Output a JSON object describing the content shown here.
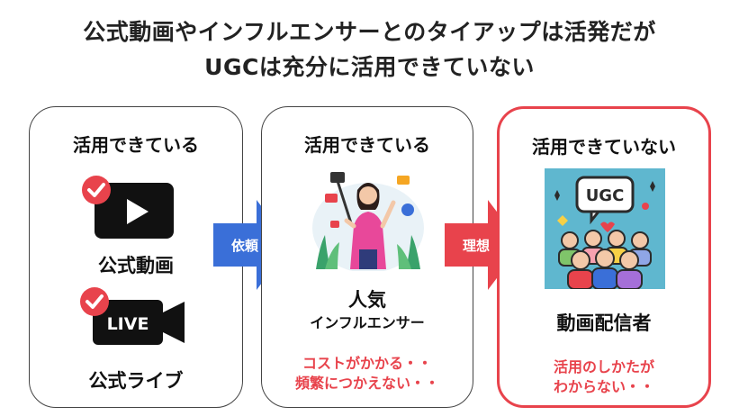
{
  "title": {
    "line1": "公式動画やインフルエンサーとのタイアップは活発だが",
    "line2": "UGCは充分に活用できていない"
  },
  "cards": [
    {
      "heading": "活用できている",
      "items": [
        {
          "label": "公式動画",
          "icon": "video-play-icon"
        },
        {
          "label": "公式ライブ",
          "icon": "live-camera-icon",
          "badge_text": "LIVE"
        }
      ]
    },
    {
      "heading": "活用できている",
      "label_line1": "人気",
      "label_line2": "インフルエンサー",
      "icon": "influencer-illustration",
      "note": [
        "コストがかかる・・",
        "頻繁につかえない・・"
      ]
    },
    {
      "heading": "活用できていない",
      "icon_text": "UGC",
      "icon": "ugc-audience-icon",
      "label": "動画配信者",
      "note": [
        "活用のしかたが",
        "わからない・・"
      ]
    }
  ],
  "arrows": [
    {
      "label": "依頼",
      "color": "#3a6fd8"
    },
    {
      "label": "理想",
      "color": "#e8434c"
    }
  ],
  "colors": {
    "accent_red": "#e8434c",
    "accent_blue": "#3a6fd8",
    "ugc_bg": "#5fb7cf"
  }
}
